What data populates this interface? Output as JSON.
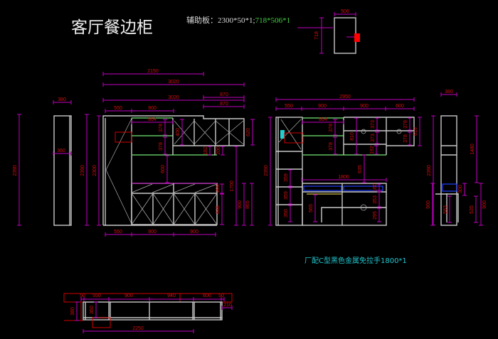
{
  "title": "客厅餐边柜",
  "aux_note": {
    "label": "辅助板：2300*50*1;",
    "green": "718*506*1"
  },
  "caption": "厂配C型黑色金属免拉手1800*1",
  "colors": {
    "background": "#000000",
    "panel": "#c8c8c8",
    "dimension": "#c000c0",
    "dim_text": "#d01010",
    "shelf": "#60c060",
    "note": "#20c8d0"
  },
  "small_panel": {
    "w": "506",
    "h": "718"
  },
  "left_side": {
    "w": "380",
    "inner": "360",
    "h": "2390"
  },
  "front_a": {
    "h1": "2390",
    "h2": "2300",
    "top": [
      "2150",
      "3020",
      "3020",
      "870",
      "870"
    ],
    "row": [
      "550",
      "900"
    ],
    "inner": "864",
    "upper": [
      "378",
      "378",
      "400",
      "620",
      "182",
      "200"
    ],
    "mid": "600",
    "right": [
      "1700",
      "900",
      "865",
      "200",
      "835"
    ],
    "bottom": [
      "550",
      "900",
      "900"
    ]
  },
  "front_b": {
    "top": "2950",
    "row": [
      "550",
      "900",
      "900",
      "600"
    ],
    "upper": [
      "864",
      "378",
      "378",
      "810",
      "373",
      "373",
      "378",
      "378",
      "618",
      "192"
    ],
    "left": [
      "359",
      "359",
      "350"
    ],
    "mid": "635",
    "lower": [
      "1800",
      "565",
      "353",
      "295",
      "160"
    ],
    "h": "2390"
  },
  "right_side": {
    "w": "380",
    "h": "2390",
    "dims": [
      "1480",
      "900",
      "300",
      "583",
      "535",
      "900"
    ]
  },
  "plan": {
    "top": [
      "50",
      "550",
      "900",
      "940",
      "600",
      "50"
    ],
    "total": "2250",
    "depth": "380",
    "inner": "360",
    "side": "210"
  }
}
